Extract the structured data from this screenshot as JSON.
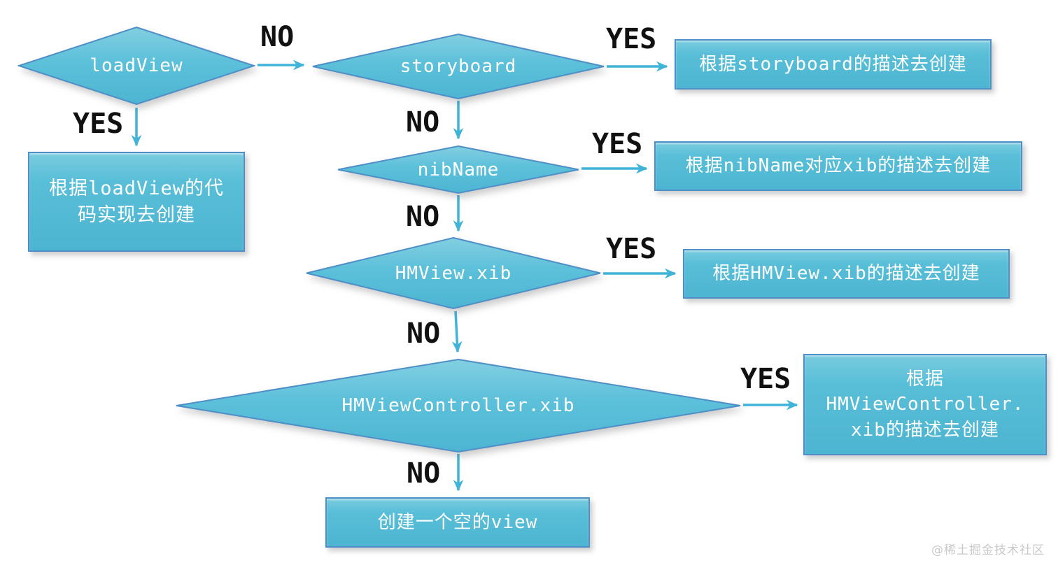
{
  "palette": {
    "shape_fill_top": "#82cfe1",
    "shape_fill_bottom": "#4db5d2",
    "shape_border": "#4e8fc7",
    "arrow": "#3fb4d8",
    "edge_label_color": "#111111",
    "node_text_color": "#ffffff",
    "watermark_color": "#c9c9c9",
    "background": "#ffffff"
  },
  "decisions": [
    {
      "id": "loadView",
      "label": "loadView"
    },
    {
      "id": "storyboard",
      "label": "storyboard"
    },
    {
      "id": "nibName",
      "label": "nibName"
    },
    {
      "id": "hmview_xib",
      "label": "HMView.xib"
    },
    {
      "id": "hmviewcontroller_xib",
      "label": "HMViewController.xib"
    }
  ],
  "processes": [
    {
      "id": "create_from_loadview",
      "label": "根据loadView的代\n码实现去创建"
    },
    {
      "id": "create_from_storyboard",
      "label": "根据storyboard的描述去创建"
    },
    {
      "id": "create_from_nibname",
      "label": "根据nibName对应xib的描述去创建"
    },
    {
      "id": "create_from_hmview_xib",
      "label": "根据HMView.xib的描述去创建"
    },
    {
      "id": "create_from_hmviewcontroller_xib",
      "label": "根据\nHMViewController.\nxib的描述去创建"
    },
    {
      "id": "create_empty_view",
      "label": "创建一个空的view"
    }
  ],
  "edges": [
    {
      "from": "loadView",
      "to": "storyboard",
      "label": "NO"
    },
    {
      "from": "storyboard",
      "to": "create_from_storyboard",
      "label": "YES"
    },
    {
      "from": "loadView",
      "to": "create_from_loadview",
      "label": "YES"
    },
    {
      "from": "storyboard",
      "to": "nibName",
      "label": "NO"
    },
    {
      "from": "nibName",
      "to": "create_from_nibname",
      "label": "YES"
    },
    {
      "from": "nibName",
      "to": "hmview_xib",
      "label": "NO"
    },
    {
      "from": "hmview_xib",
      "to": "create_from_hmview_xib",
      "label": "YES"
    },
    {
      "from": "hmview_xib",
      "to": "hmviewcontroller_xib",
      "label": "NO"
    },
    {
      "from": "hmviewcontroller_xib",
      "to": "create_from_hmviewcontroller_xib",
      "label": "YES"
    },
    {
      "from": "hmviewcontroller_xib",
      "to": "create_empty_view",
      "label": "NO"
    }
  ],
  "watermark": "@稀土掘金技术社区"
}
